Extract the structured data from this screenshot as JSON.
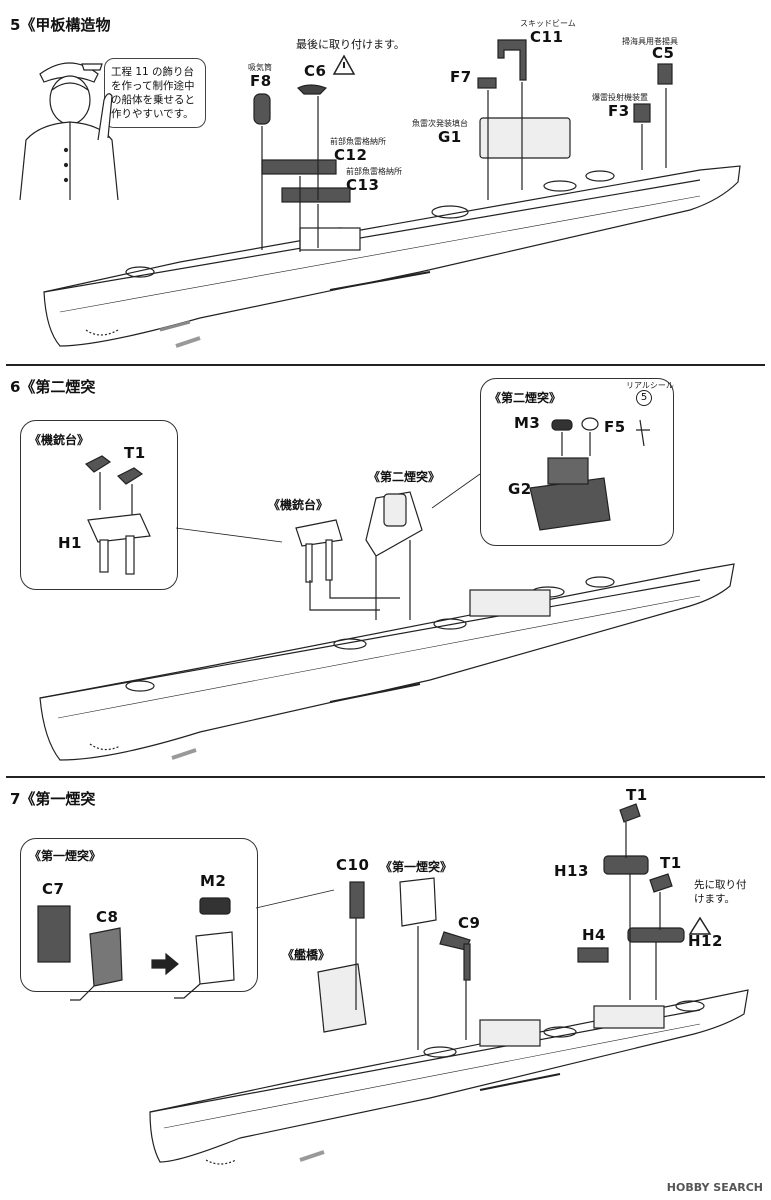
{
  "step5": {
    "title": "5《甲板構造物",
    "bubble": "工程 11 の飾り台を作って制作途中の船体を乗せると作りやすいです。",
    "warning_top": "最後に取り付けます。",
    "parts": {
      "F8": "F8",
      "F8_note": "吸気筒",
      "C6": "C6",
      "C12": "C12",
      "C12_note": "前部魚雷格納所",
      "C13": "C13",
      "C13_note": "前部魚雷格納所",
      "F7": "F7",
      "C11": "C11",
      "C11_note": "スキッドビーム",
      "G1": "G1",
      "G1_note": "魚雷次発装填台",
      "C5": "C5",
      "C5_note": "掃海具用巻揚具",
      "F3": "F3",
      "F3_note": "爆雷投射機装置"
    }
  },
  "step6": {
    "title": "6《第二煙突",
    "inset_left_title": "《機銃台》",
    "inset_right_title": "《第二煙突》",
    "label_mg": "《機銃台》",
    "label_funnel": "《第二煙突》",
    "decal_note": "リアルシール",
    "decal_num": "5",
    "parts": {
      "T1": "T1",
      "H1": "H1",
      "M3": "M3",
      "F5": "F5",
      "G2": "G2"
    }
  },
  "step7": {
    "title": "7《第一煙突",
    "inset_title": "《第一煙突》",
    "label_funnel": "《第一煙突》",
    "label_bridge": "《艦橋》",
    "note_first": "先に取り付けます。",
    "parts": {
      "C7": "C7",
      "C8": "C8",
      "M2": "M2",
      "C10": "C10",
      "C9": "C9",
      "T1a": "T1",
      "T1b": "T1",
      "H13": "H13",
      "H4": "H4",
      "H12": "H12"
    }
  },
  "watermark": "HOBBY SEARCH"
}
